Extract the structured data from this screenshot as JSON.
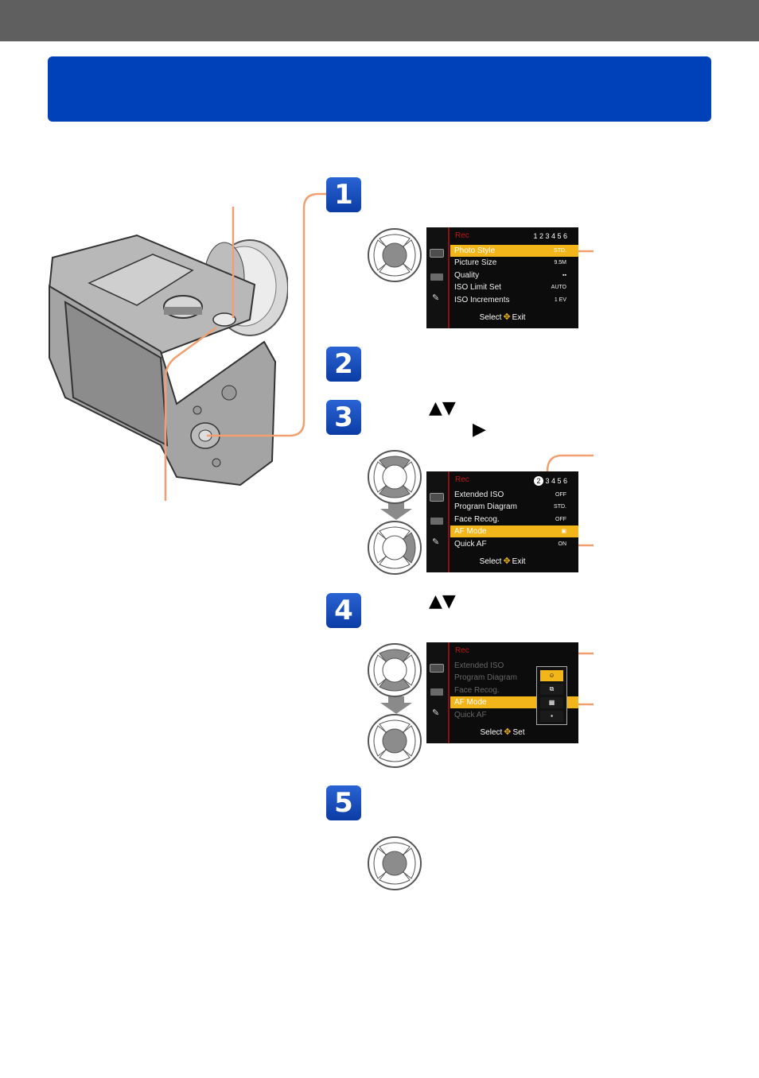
{
  "steps": {
    "s1": "1",
    "s2": "2",
    "s3": "3",
    "s4": "4",
    "s5": "5"
  },
  "step3_arrows": {
    "updown": "▲▼",
    "right": "▶"
  },
  "step4_arrows": {
    "updown": "▲▼"
  },
  "screen1": {
    "header": "Rec",
    "pages": "1 2 3 4 5 6",
    "rows": [
      {
        "label": "Photo Style",
        "value": "STD."
      },
      {
        "label": "Picture Size",
        "value": "9.5M"
      },
      {
        "label": "Quality",
        "value": "▪▪"
      },
      {
        "label": "ISO Limit Set",
        "value": "AUTO"
      },
      {
        "label": "ISO Increments",
        "value": "1 EV"
      }
    ],
    "footer_select": "Select",
    "footer_exit": "Exit"
  },
  "screen2": {
    "header": "Rec",
    "page_current": "2",
    "pages": "3 4 5 6",
    "rows": [
      {
        "label": "Extended ISO",
        "value": "OFF"
      },
      {
        "label": "Program Diagram",
        "value": "STD."
      },
      {
        "label": "Face Recog.",
        "value": "OFF"
      },
      {
        "label": "AF Mode",
        "value": "▣"
      },
      {
        "label": "Quick AF",
        "value": "ON"
      }
    ],
    "footer_select": "Select",
    "footer_exit": "Exit"
  },
  "screen3": {
    "header": "Rec",
    "rows": [
      {
        "label": "Extended ISO"
      },
      {
        "label": "Program Diagram"
      },
      {
        "label": "Face Recog."
      },
      {
        "label": "AF Mode"
      },
      {
        "label": "Quick AF"
      }
    ],
    "popup_items": [
      "☺",
      "⧉",
      "▦",
      "▪"
    ],
    "footer_select": "Select",
    "footer_set": "Set"
  },
  "colors": {
    "topbar": "#5f5f5f",
    "titlebar": "#0040b8",
    "callout": "#f0a070",
    "highlight": "#f2b61a"
  }
}
